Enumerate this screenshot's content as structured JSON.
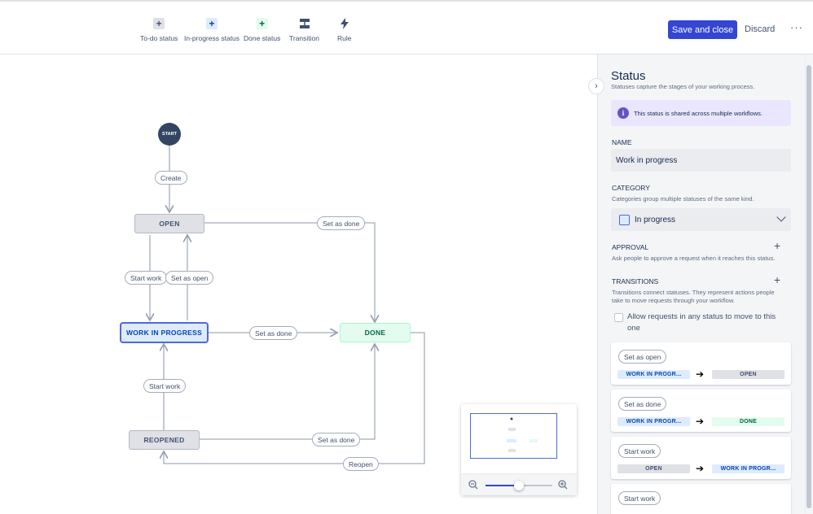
{
  "toolbar": {
    "items": [
      {
        "label": "To-do status",
        "icon": "+"
      },
      {
        "label": "In-progress status",
        "icon": "+"
      },
      {
        "label": "Done status",
        "icon": "+"
      },
      {
        "label": "Transition",
        "icon": "transition-icon"
      },
      {
        "label": "Rule",
        "icon": "lightning-icon"
      }
    ],
    "save_label": "Save and close",
    "discard_label": "Discard",
    "more_label": "···"
  },
  "diagram": {
    "start_label": "START",
    "statuses": {
      "open": "OPEN",
      "in_progress": "WORK IN PROGRESS",
      "done": "DONE",
      "reopened": "REOPENED"
    },
    "transitions": {
      "create": "Create",
      "set_as_done_top": "Set as done",
      "start_work_1": "Start work",
      "set_as_open": "Set as open",
      "set_as_done_mid": "Set as done",
      "start_work_2": "Start work",
      "set_as_done_bottom": "Set as done",
      "reopen": "Reopen"
    }
  },
  "minimap": {
    "zoom_level": 0.5
  },
  "panel": {
    "title": "Status",
    "subtitle": "Statuses capture the stages of your working process.",
    "info_text": "This status is shared across multiple workflows.",
    "name_label": "NAME",
    "name_value": "Work in progress",
    "category_label": "CATEGORY",
    "category_hint": "Categories group multiple statuses of the same kind.",
    "category_value": "In progress",
    "approval_label": "APPROVAL",
    "approval_hint": "Ask people to approve a request when it reaches this status.",
    "transitions_label": "TRANSITIONS",
    "transitions_hint": "Transitions connect statuses. They represent actions people take to move requests through your workflow.",
    "allow_label": "Allow requests in any status to move to this one",
    "cards": [
      {
        "name": "Set as open",
        "from": "WORK IN PROGR...",
        "from_cat": "inprog",
        "to": "OPEN",
        "to_cat": "todo"
      },
      {
        "name": "Set as done",
        "from": "WORK IN PROGR...",
        "from_cat": "inprog",
        "to": "DONE",
        "to_cat": "done"
      },
      {
        "name": "Start work",
        "from": "OPEN",
        "from_cat": "todo",
        "to": "WORK IN PROGR...",
        "to_cat": "inprog"
      },
      {
        "name": "Start work",
        "from": "",
        "from_cat": "todo",
        "to": "",
        "to_cat": "done"
      }
    ]
  },
  "colors": {
    "primary": "#3446d2",
    "todo": "#dfe1e6",
    "in_progress": "#deebff",
    "done": "#e3fcef",
    "info": "#eae6ff"
  }
}
